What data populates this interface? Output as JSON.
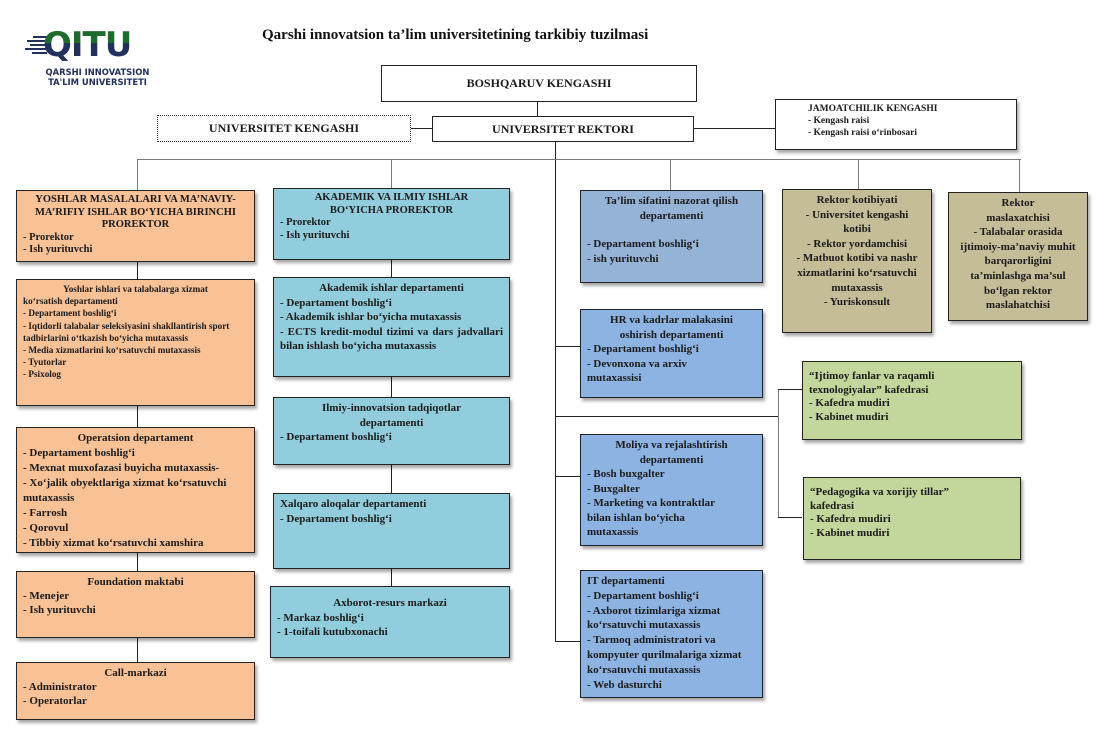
{
  "logo": {
    "letters": "QITU",
    "line1": "QARSHI INNOVATSION",
    "line2": "TA'LIM UNIVERSITETI",
    "colors": {
      "green": "#1e6b2e",
      "navy": "#22305c"
    }
  },
  "title": "Qarshi innovatsion ta’lim universitetining tarkibiy tuzilmasi",
  "top": {
    "board": "BOSHQARUV  KENGASHI",
    "rector": "UNIVERSITET REKTORI",
    "council": "UNIVERSITET KENGASHI",
    "public_council": {
      "title": "JAMOATCHILIK KENGASHI",
      "items": [
        "- Kengash raisi",
        "- Kengash raisi o‘rinbosari"
      ]
    }
  },
  "colors": {
    "orange": "#f8c196",
    "cyan": "#92cddd",
    "blue": "#8db3e2",
    "khaki": "#c4bd97",
    "green": "#c3d69b"
  },
  "col1": [
    {
      "title": "YOSHLAR MASALALARI VA MA’NAVIY-MA’RIFIY ISHLAR BO‘YICHA BIRINCHI PROREKTOR",
      "items": [
        "- Prorektor",
        "- Ish yurituvchi"
      ]
    },
    {
      "title": "Yoshlar ishlari va talabalarga xizmat",
      "items": [
        "ko‘rsatish departamenti",
        "- Departament boshlig‘i",
        "- Iqtidorli talabalar seleksiyasini shakllantirish sport tadbirlarini o‘tkazish bo‘yicha mutaxassis",
        "- Media xizmatlarini ko‘rsatuvchi mutaxassis",
        "- Tyutorlar",
        "- Psixolog"
      ]
    },
    {
      "title": "Operatsion departament",
      "items": [
        "- Departament  boshlig‘i",
        "- Mexnat muxofazasi buyicha mutaxassis-",
        "- Xo‘jalik obyektlariga xizmat ko‘rsatuvchi mutaxassis",
        "- Farrosh",
        "- Qorovul",
        "- Tibbiy xizmat ko‘rsatuvchi xamshira"
      ]
    },
    {
      "title": "Foundation maktabi",
      "items": [
        "- Menejer",
        "- Ish yurituvchi"
      ]
    },
    {
      "title": "Call-markazi",
      "items": [
        "- Administrator",
        "- Operatorlar"
      ]
    }
  ],
  "col2": [
    {
      "title": "AKADEMIK VA ILMIY  ISHLAR BO‘YICHA  PROREKTOR",
      "items": [
        "- Prorektor",
        "- Ish yurituvchi"
      ]
    },
    {
      "title": "Akademik ishlar departamenti",
      "items": [
        "- Departament boshlig‘i",
        "- Akademik ishlar bo‘yicha mutaxassis",
        "- ECTS kredit-modul tizimi va dars jadvallari bilan ishlash bo‘yicha mutaxassis"
      ]
    },
    {
      "title": "Ilmiy-innovatsion tadqiqotlar departamenti",
      "items": [
        "- Departament boshlig‘i"
      ]
    },
    {
      "title": "Xalqaro aloqalar departamenti",
      "items": [
        "- Departament boshlig‘i"
      ]
    },
    {
      "title": "Axborot-resurs markazi",
      "items": [
        "- Markaz boshlig‘i",
        "- 1-toifali kutubxonachi"
      ]
    }
  ],
  "col3": [
    {
      "title": "Ta’lim sifatini nazorat qilish departamenti",
      "items": [
        "- Departament boshlig‘i",
        "- ish yurituvchi"
      ]
    },
    {
      "title": "HR va kadrlar malakasini oshirish departamenti",
      "items": [
        "- Departament boshlig‘i",
        "- Devonxona va arxiv mutaxassisi"
      ]
    },
    {
      "title": "Moliya va rejalashtirish departamenti",
      "items": [
        "- Bosh buxgalter",
        "- Buxgalter",
        "- Marketing va kontraktlar bilan ishlan bo‘yicha mutaxassis"
      ]
    },
    {
      "title": "IT departamenti",
      "items": [
        "- Departament boshlig‘i",
        "- Axborot tizimlariga  xizmat ko‘rsatuvchi mutaxassis",
        "- Tarmoq administratori va kompyuter qurilmalariga xizmat ko‘rsatuvchi mutaxassis",
        "-  Web dasturchi"
      ]
    }
  ],
  "col4": {
    "secretariat": {
      "title": "Rektor kotibiyati",
      "items": [
        "- Universitet kengashi kotibi",
        "- Rektor yordamchisi",
        "- Matbuot kotibi va nashr xizmatlarini ko‘rsatuvchi mutaxassis",
        "- Yuriskonsult"
      ]
    },
    "advisor": {
      "title": "Rektor maslaxatchisi",
      "items": [
        "- Talabalar orasida ijtimoiy-ma’naviy muhit barqarorligini ta’minlashga ma’sul bo‘lgan rektor maslahatchisi"
      ]
    },
    "chairs": [
      {
        "title": "“Ijtimoy fanlar va raqamli texnologiyalar” kafedrasi",
        "items": [
          "- Kafedra mudiri",
          "- Kabinet mudiri"
        ]
      },
      {
        "title": "“Pedagogika va xorijiy tillar” kafedrasi",
        "items": [
          "- Kafedra mudiri",
          "- Kabinet mudiri"
        ]
      }
    ]
  }
}
